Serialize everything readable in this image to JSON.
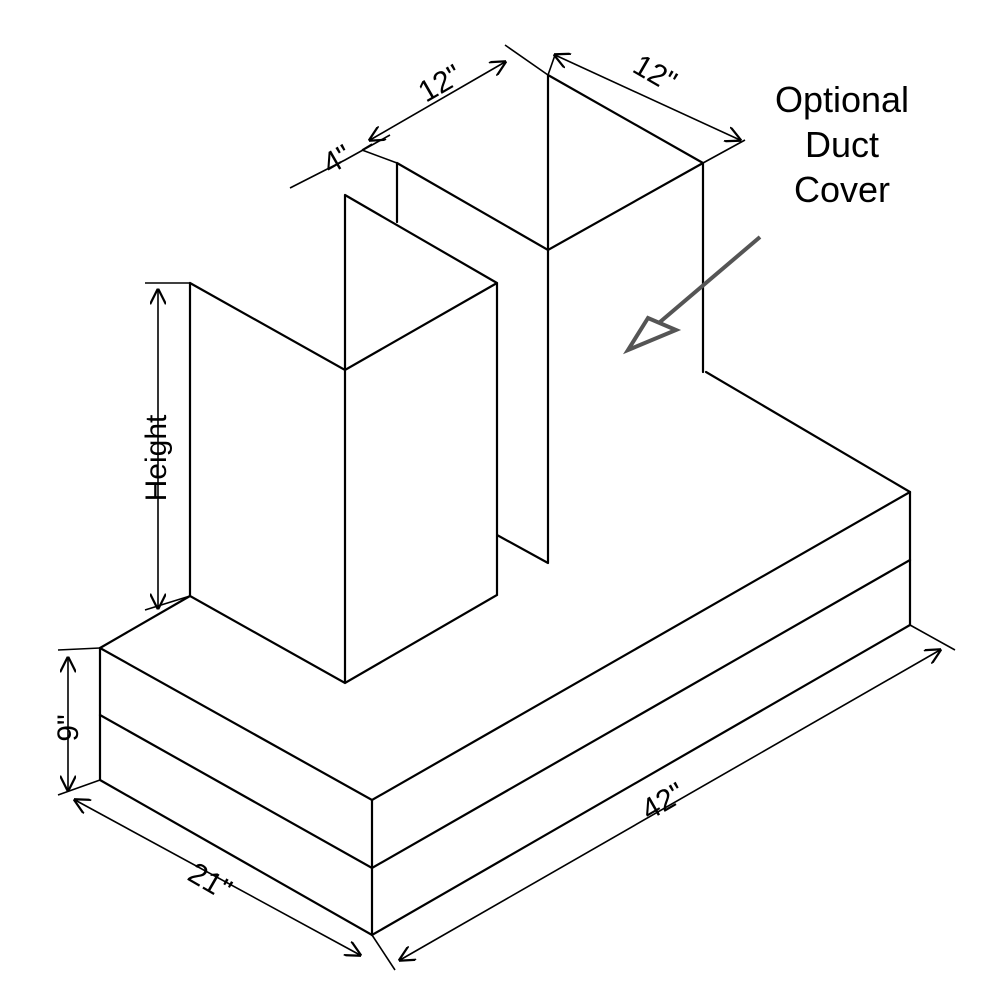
{
  "callout": {
    "line1": "Optional",
    "line2": "Duct",
    "line3": "Cover"
  },
  "dimensions": {
    "duct_width_left": "12\"",
    "duct_width_right": "12\"",
    "duct_gap": "4\"",
    "height": "Height",
    "hood_height": "9\"",
    "hood_depth": "21\"",
    "hood_width": "42\""
  },
  "colors": {
    "line": "#000000",
    "arrow": "#555555"
  }
}
